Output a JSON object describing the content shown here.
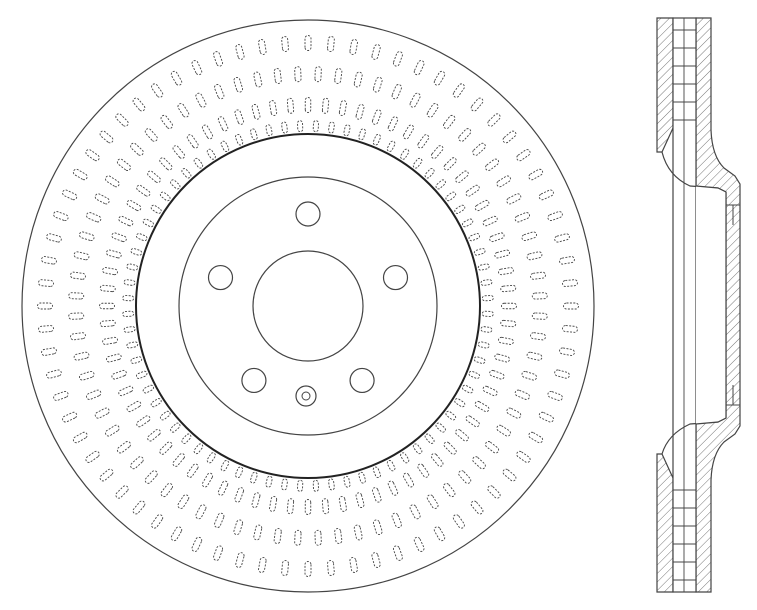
{
  "drawing": {
    "subject": "",
    "views": {
      "front": {
        "slot_rows": 4
      },
      "side": {}
    },
    "colors": {
      "line": "#444444",
      "hatch": "#777777",
      "background": "#ffffff"
    },
    "counts": {
      "lug_holes": 5,
      "slots_per_row": 72
    }
  }
}
